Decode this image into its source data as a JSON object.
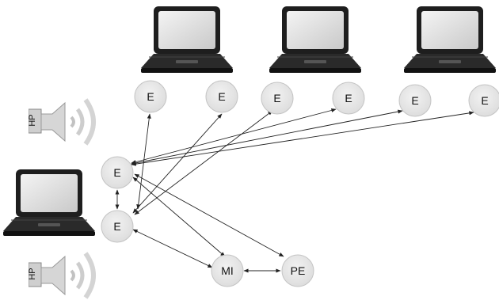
{
  "nodes": {
    "e_top_1": "E",
    "e_top_2": "E",
    "e_top_3": "E",
    "e_top_4": "E",
    "e_top_5": "E",
    "e_top_6": "E",
    "e_left_upper": "E",
    "e_left_lower": "E",
    "mi": "MI",
    "pe": "PE"
  },
  "speakers": {
    "upper_label": "HP",
    "lower_label": "HP"
  },
  "colors": {
    "node_fill": "#e8e8e8",
    "node_stroke": "#c4c4c4",
    "edge": "#222222",
    "laptop_body": "#1e1e1e",
    "laptop_screen": "#dcdcdc"
  }
}
